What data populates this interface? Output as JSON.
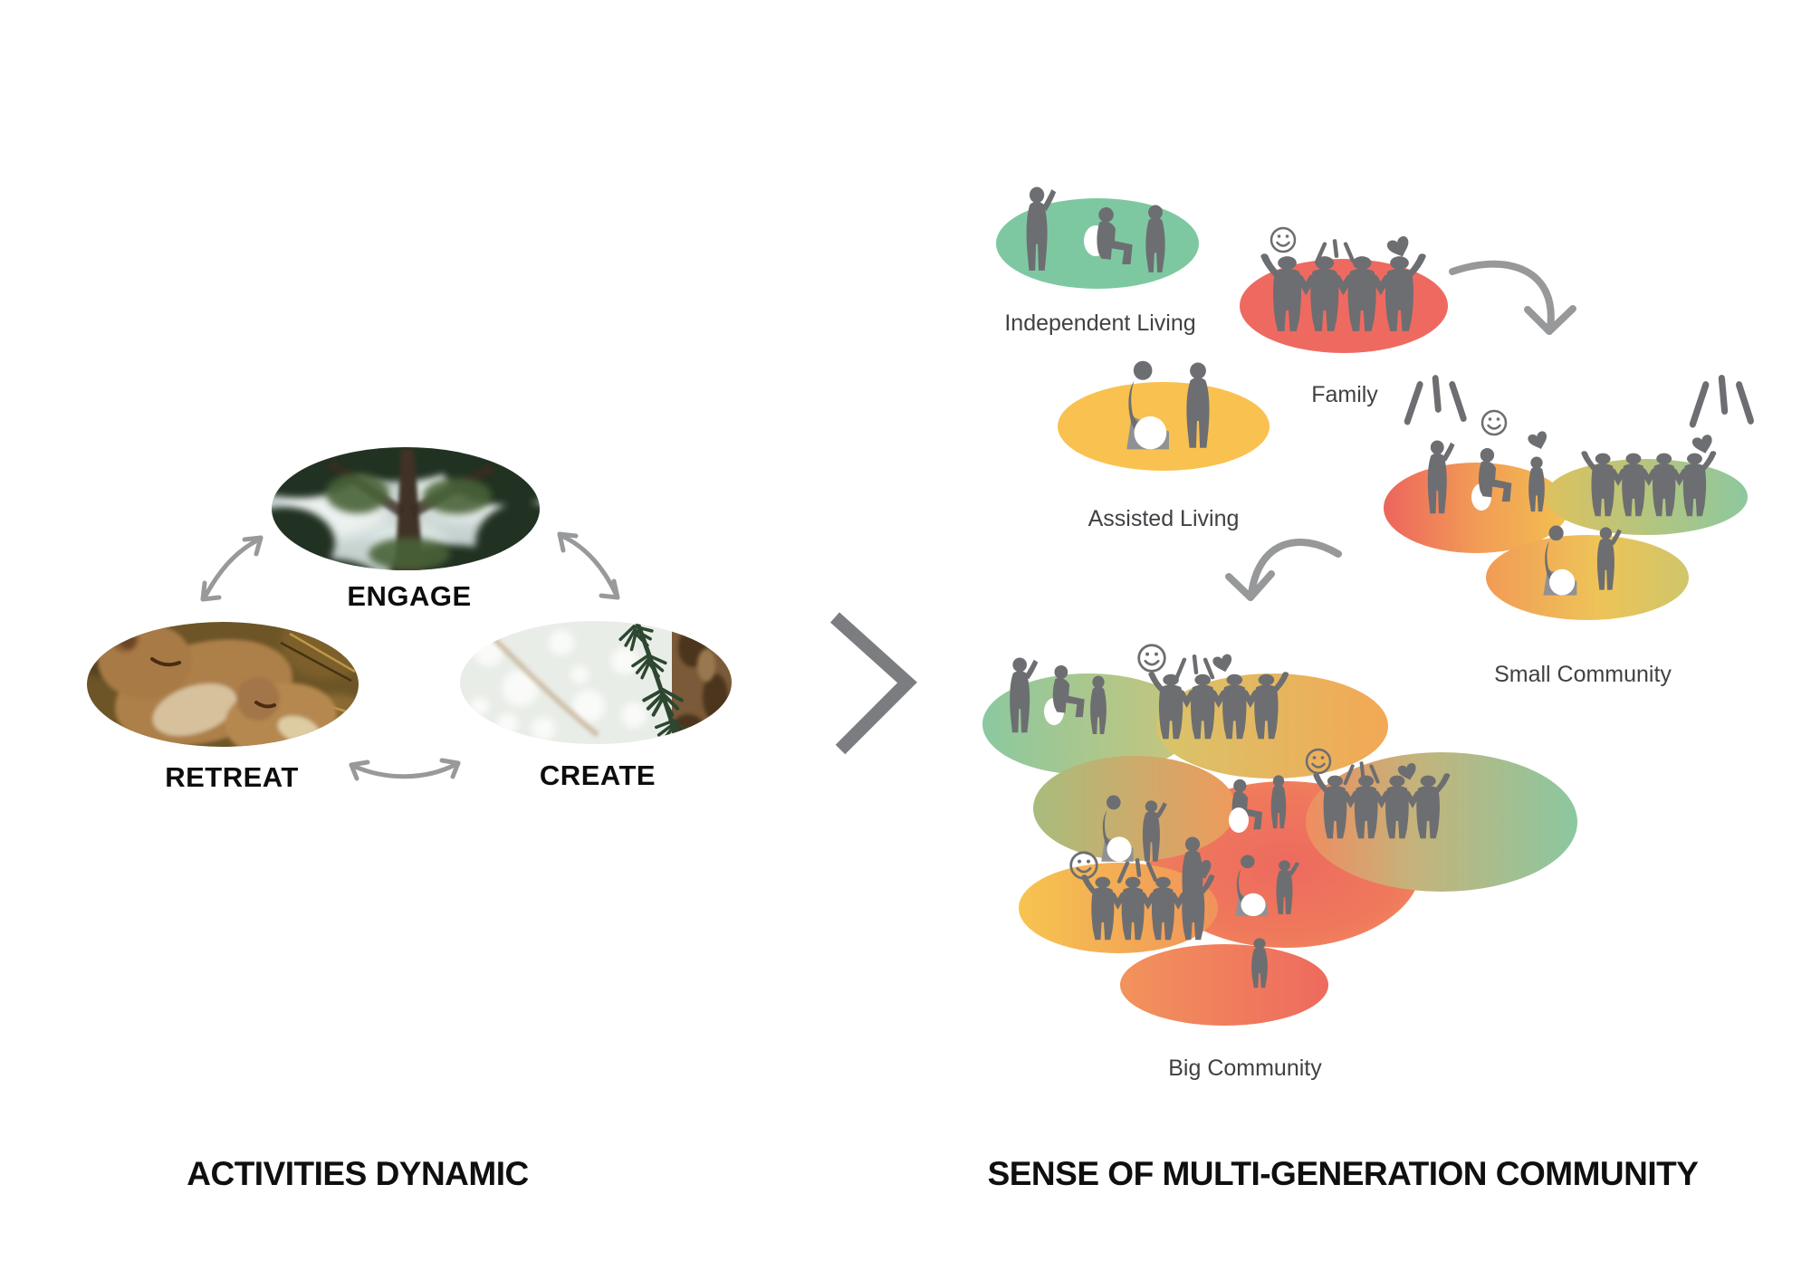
{
  "left_panel": {
    "title": "ACTIVITIES DYNAMIC",
    "nodes": [
      {
        "label": "ENGAGE",
        "photo": "forest-canopy-photo"
      },
      {
        "label": "RETREAT",
        "photo": "sleeping-squirrels-photo"
      },
      {
        "label": "CREATE",
        "photo": "fir-branch-bark-photo"
      }
    ]
  },
  "separator": {
    "icon": "chevron-right-icon"
  },
  "right_panel": {
    "title": "SENSE OF MULTI-GENERATION COMMUNITY",
    "groups": [
      {
        "label": "Independent Living",
        "color": "#7ec8a1"
      },
      {
        "label": "Family",
        "color": "#ee6a61"
      },
      {
        "label": "Assisted Living",
        "color": "#f9c14f"
      },
      {
        "label": "Small Community",
        "colors": [
          "#ec655d",
          "#f29b56",
          "#f3c050",
          "#8dc89f"
        ]
      },
      {
        "label": "Big Community",
        "colors": [
          "#8bc8a0",
          "#f3a855",
          "#ee6a5e",
          "#f7c44f",
          "#f0935b"
        ]
      }
    ],
    "doodles": [
      "smiley-icon",
      "heart-icon",
      "exclamation-ticks-icon"
    ]
  },
  "colors": {
    "green": "#7ec8a1",
    "red": "#ee6a61",
    "yellow": "#f9c14f",
    "salmon": "#ef6a5e",
    "orange": "#f49b57",
    "person": "#6d6e71",
    "arrow": "#97999b",
    "chevron": "#7b7d80",
    "label": "#414044",
    "title": "#0f0f10"
  }
}
